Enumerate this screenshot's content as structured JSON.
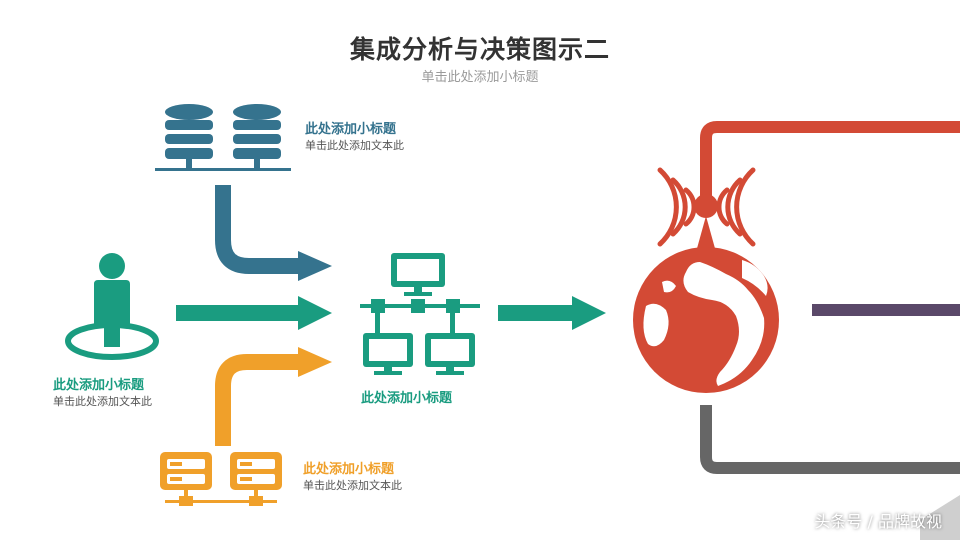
{
  "title": "集成分析与决策图示二",
  "subtitle": "单击此处添加小标题",
  "blocks": {
    "database": {
      "heading": "此处添加小标题",
      "text": "单击此处添加文本此"
    },
    "person": {
      "heading": "此处添加小标题",
      "text": "单击此处添加文本此"
    },
    "network": {
      "heading": "此处添加小标题"
    },
    "server": {
      "heading": "此处添加小标题",
      "text": "单击此处添加文本此"
    }
  },
  "colors": {
    "blue": "#35738e",
    "teal": "#1a9c80",
    "orange": "#f0a02a",
    "red": "#d34a35",
    "purple": "#5a4869",
    "gray": "#666666"
  },
  "watermark": "头条号 / 品牌故视",
  "icons": [
    "database-icon",
    "person-icon",
    "network-computers-icon",
    "server-icon",
    "globe-antenna-icon"
  ]
}
